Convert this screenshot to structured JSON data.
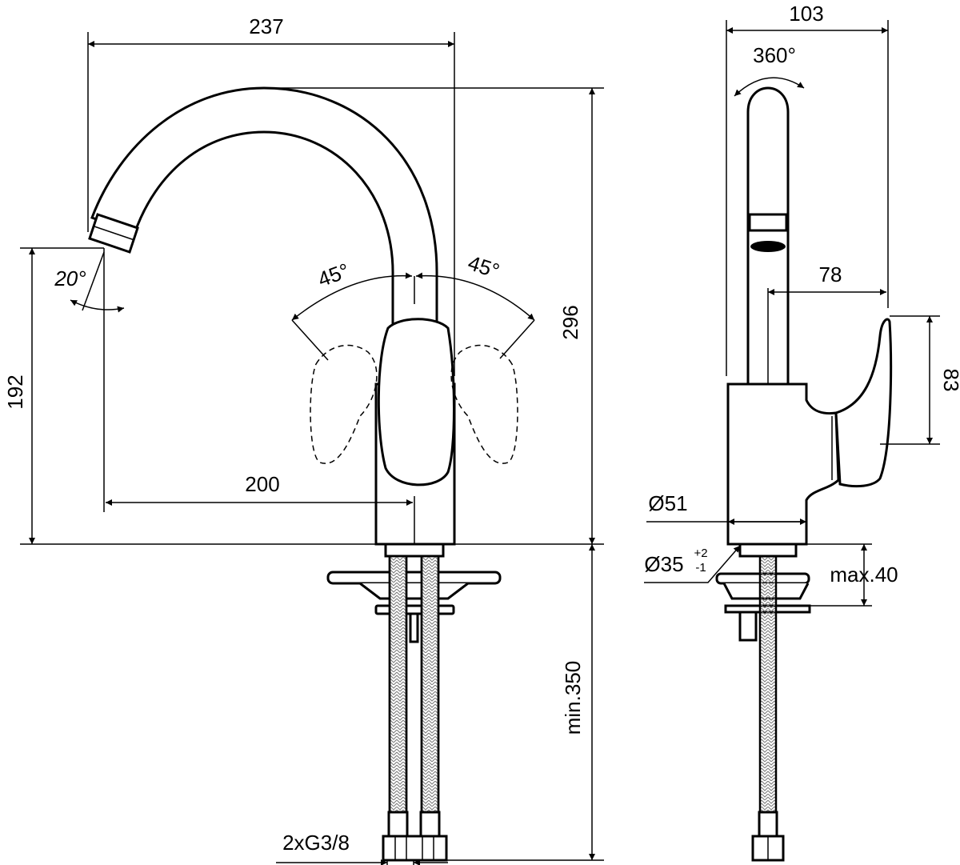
{
  "title": "Faucet technical drawing",
  "front_view": {
    "width_total": "237",
    "height_total": "296",
    "spout_height": "192",
    "spout_angle": "20°",
    "lever_angle_left": "45°",
    "lever_angle_right": "45°",
    "spout_reach": "200",
    "hose_length": "min.350",
    "connection": "2xG3/8"
  },
  "side_view": {
    "depth_total": "103",
    "rotation": "360°",
    "lever_reach": "78",
    "lever_height": "83",
    "body_diameter": "Ø51",
    "hole_diameter": "Ø35",
    "hole_tol_plus": "+2",
    "hole_tol_minus": "-1",
    "deck_thickness": "max.40"
  }
}
